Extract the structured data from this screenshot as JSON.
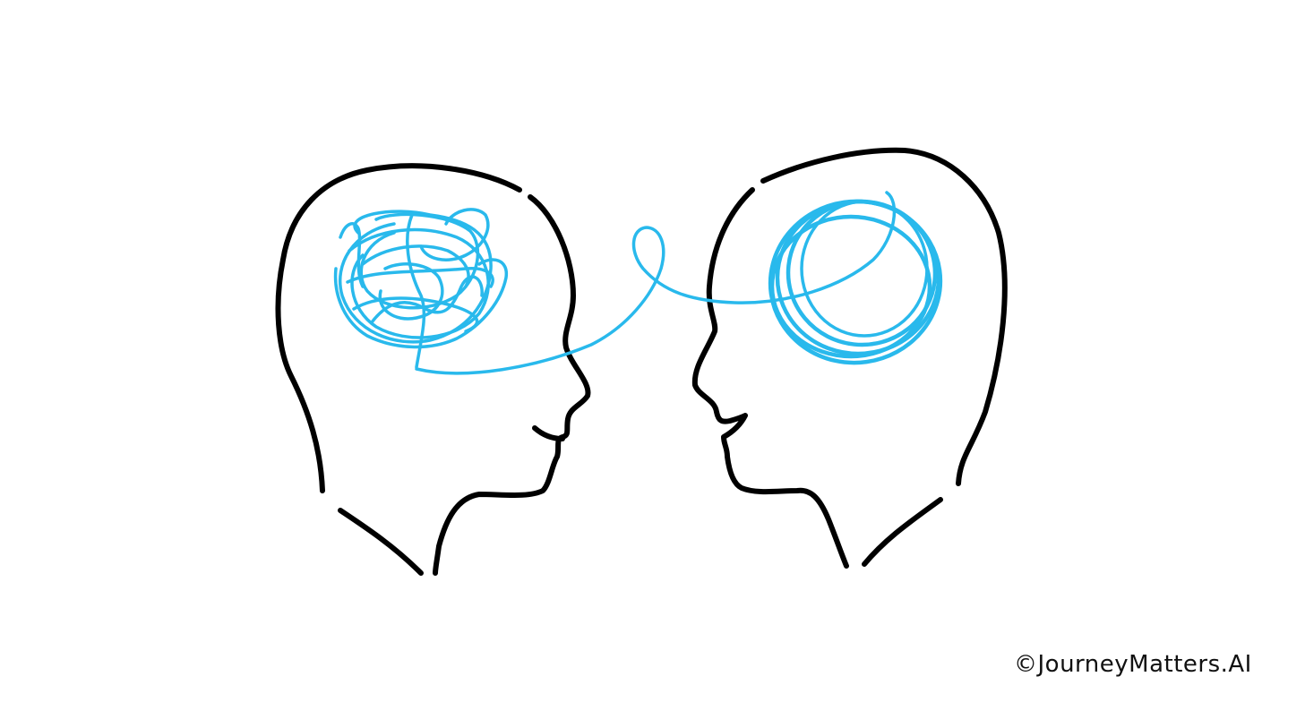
{
  "illustration": {
    "description": "Two head silhouettes facing each other; left head contains a tangled scribble, right head contains a neat circular coil, connected by a single looping thread",
    "colors": {
      "outline": "#000000",
      "thread": "#29b9ec",
      "background": "#ffffff"
    },
    "left_head": {
      "label": "tangled-thoughts"
    },
    "right_head": {
      "label": "organized-thoughts"
    }
  },
  "credit": {
    "text": "©JourneyMatters.AI"
  }
}
